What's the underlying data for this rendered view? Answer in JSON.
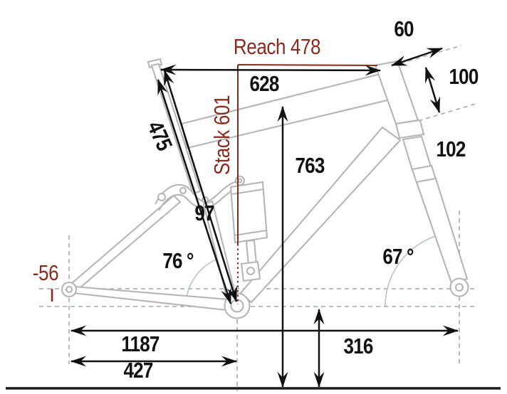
{
  "diagram": {
    "kind": "full-suspension-bike-frame-geometry",
    "colors": {
      "accent_red": "#8a2b1f",
      "frame_gray": "#b5b5b5",
      "dash_gray": "#a9b5bd",
      "arc_gray": "#b9c7ce",
      "ink": "#111111"
    },
    "labels": {
      "reach": "Reach 478",
      "stack": "Stack 601",
      "bb_drop": "-56",
      "top_tube": "628",
      "seat_tube": "475",
      "dim_97": "97",
      "standover": "763",
      "dim_60": "60",
      "dim_100": "100",
      "dim_102": "102",
      "seat_angle": "76 °",
      "head_angle": "67 °",
      "wheelbase": "1187",
      "chainstay": "427",
      "bb_height": "316"
    }
  }
}
